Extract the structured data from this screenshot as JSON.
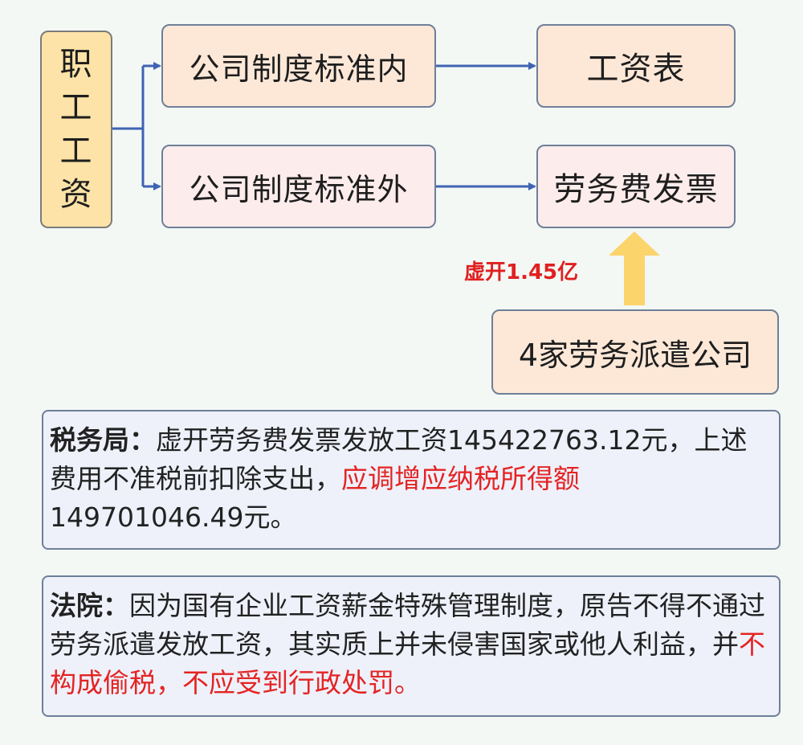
{
  "nodes": {
    "salary_chars": [
      "职",
      "工",
      "工",
      "资"
    ],
    "within_standard": "公司制度标准内",
    "payroll": "工资表",
    "outside_standard": "公司制度标准外",
    "service_invoice": "劳务费发票",
    "dispatch_agencies": "4家劳务派遣公司"
  },
  "annotation": {
    "fake_invoice": "虚开1.45亿"
  },
  "tax_bureau": {
    "lead": "税务局：",
    "text_normal": "虚开劳务费发票发放工资145422763.12元，上述费用不准税前扣除支出，",
    "text_highlight": "应调增应纳税所得额",
    "text_tail": "149701046.49元。"
  },
  "court": {
    "lead": "法院：",
    "text_normal": "因为国有企业工资薪金特殊管理制度，原告不得不通过劳务派遣发放工资，其实质上并未侵害国家或他人利益，并",
    "text_highlight": "不构成偷税，不应受到行政处罚。"
  },
  "colors": {
    "arrow_blue": "#3f63b3",
    "up_arrow": "#fbd46b",
    "highlight_red": "#e42424",
    "node_orange": "#fde8d8",
    "node_pink": "#fdecec",
    "node_yellow": "#fde3a7",
    "box_fill": "#eef1fa"
  }
}
